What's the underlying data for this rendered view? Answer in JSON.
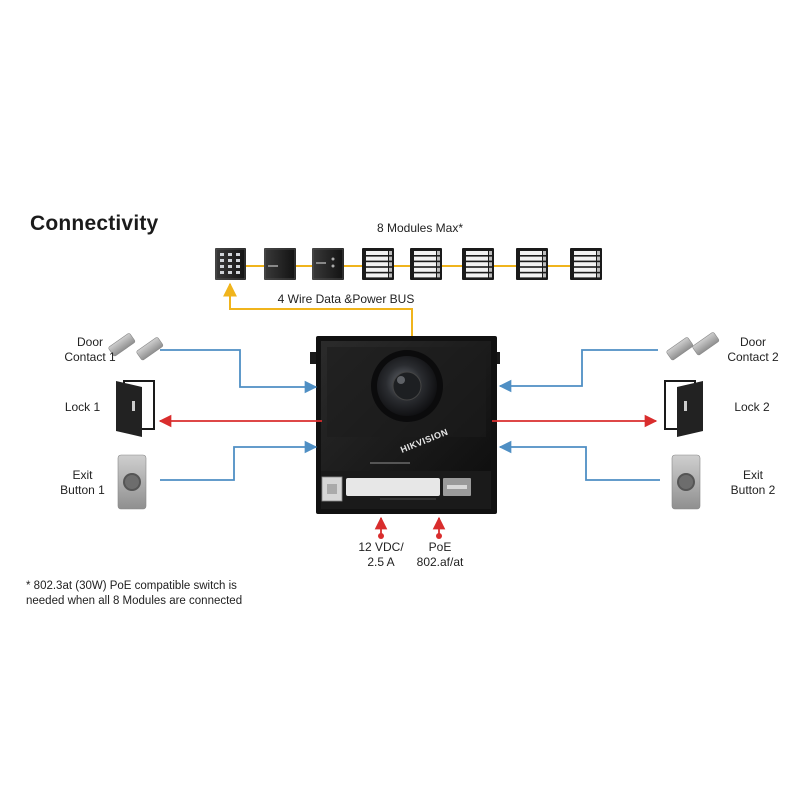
{
  "title": "Connectivity",
  "modules": {
    "label": "8 Modules Max*",
    "bus_label": "4 Wire Data &Power BUS",
    "items": [
      {
        "type": "keypad"
      },
      {
        "type": "black"
      },
      {
        "type": "black-indicator"
      },
      {
        "type": "name-card"
      },
      {
        "type": "name-card"
      },
      {
        "type": "name-card"
      },
      {
        "type": "name-card"
      },
      {
        "type": "name-card"
      }
    ]
  },
  "left": {
    "door_contact": [
      "Door",
      "Contact 1"
    ],
    "lock": [
      "Lock 1"
    ],
    "exit_button": [
      "Exit",
      "Button 1"
    ]
  },
  "right": {
    "door_contact": [
      "Door",
      "Contact 2"
    ],
    "lock": [
      "Lock 2"
    ],
    "exit_button": [
      "Exit",
      "Button 2"
    ]
  },
  "device": {
    "brand": "HIKVISION"
  },
  "power": {
    "dc": [
      "12 VDC/",
      "2.5 A"
    ],
    "poe": [
      "PoE",
      "802.af/at"
    ]
  },
  "footnote": [
    "* 802.3at (30W) PoE compatible switch is",
    "needed when all 8 Modules are connected"
  ],
  "colors": {
    "data_line": "#4f8fc4",
    "lock_line": "#d92d2d",
    "bus_line": "#f0b41c",
    "power_line": "#d92d2d"
  }
}
